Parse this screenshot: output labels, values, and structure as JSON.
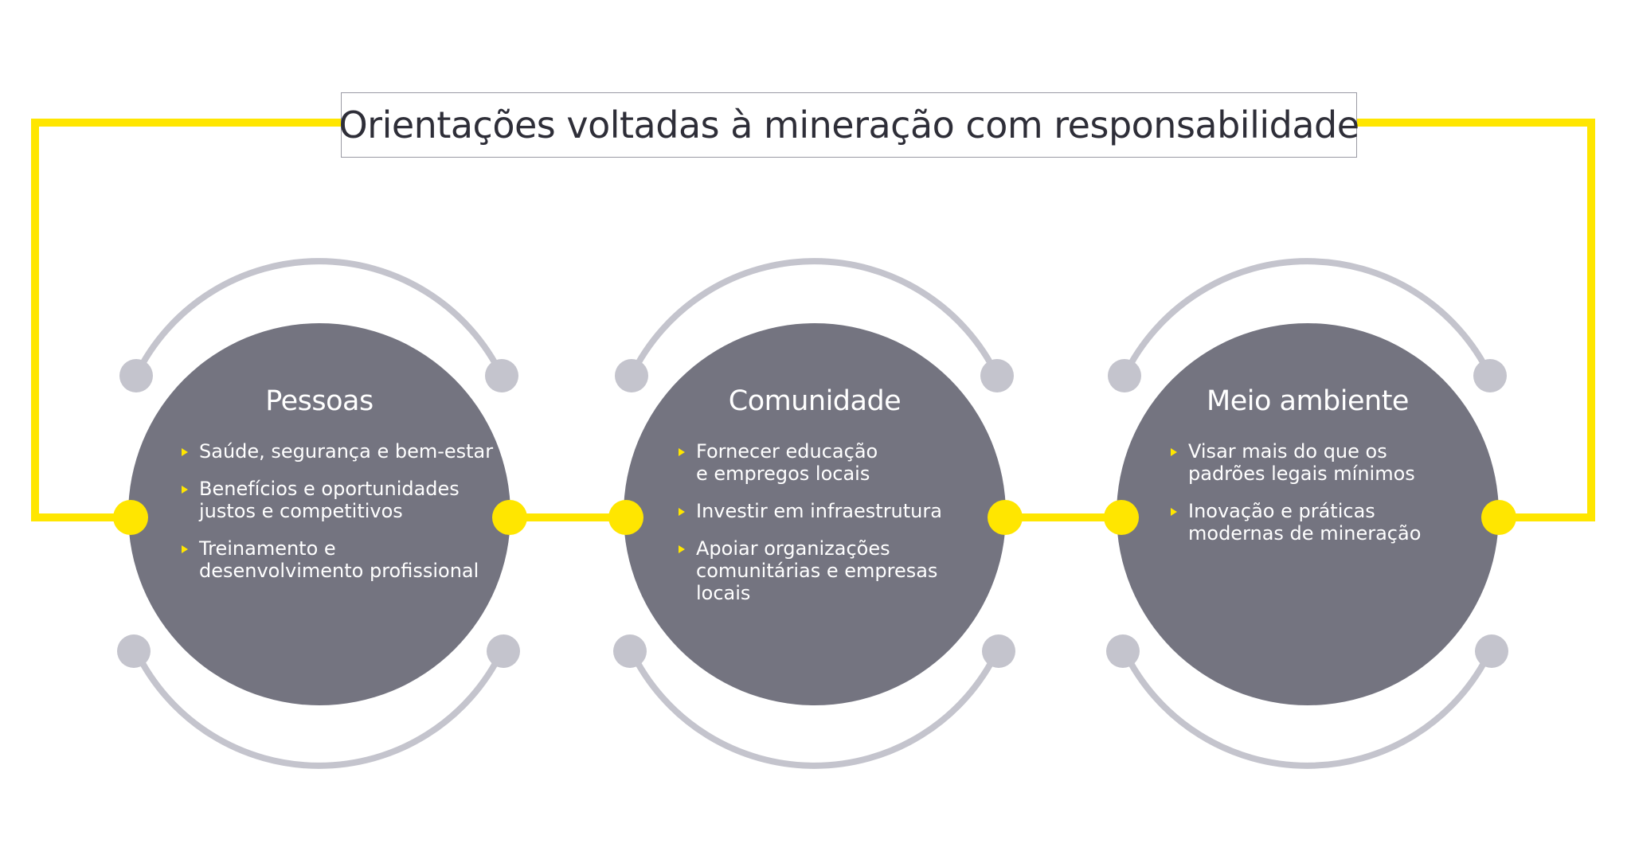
{
  "title": "Orientações voltadas à mineração com responsabilidade",
  "colors": {
    "accent_yellow": "#ffe600",
    "circle_fill": "#747480",
    "arc_gray": "#c4c4cd",
    "title_text": "#2e2e38",
    "text_white": "#ffffff"
  },
  "pillars": [
    {
      "heading": "Pessoas",
      "items": [
        "Saúde, segurança e bem-estar",
        "Benefícios e oportunidades\njustos e competitivos",
        "Treinamento e\ndesenvolvimento profissional"
      ]
    },
    {
      "heading": "Comunidade",
      "items": [
        "Fornecer educação\ne empregos locais",
        "Investir em infraestrutura",
        "Apoiar organizações\ncomunitárias e empresas\nlocais"
      ]
    },
    {
      "heading": "Meio ambiente",
      "items": [
        "Visar mais do que os\npadrões legais mínimos",
        "Inovação e práticas\nmodernas de mineração"
      ]
    }
  ]
}
